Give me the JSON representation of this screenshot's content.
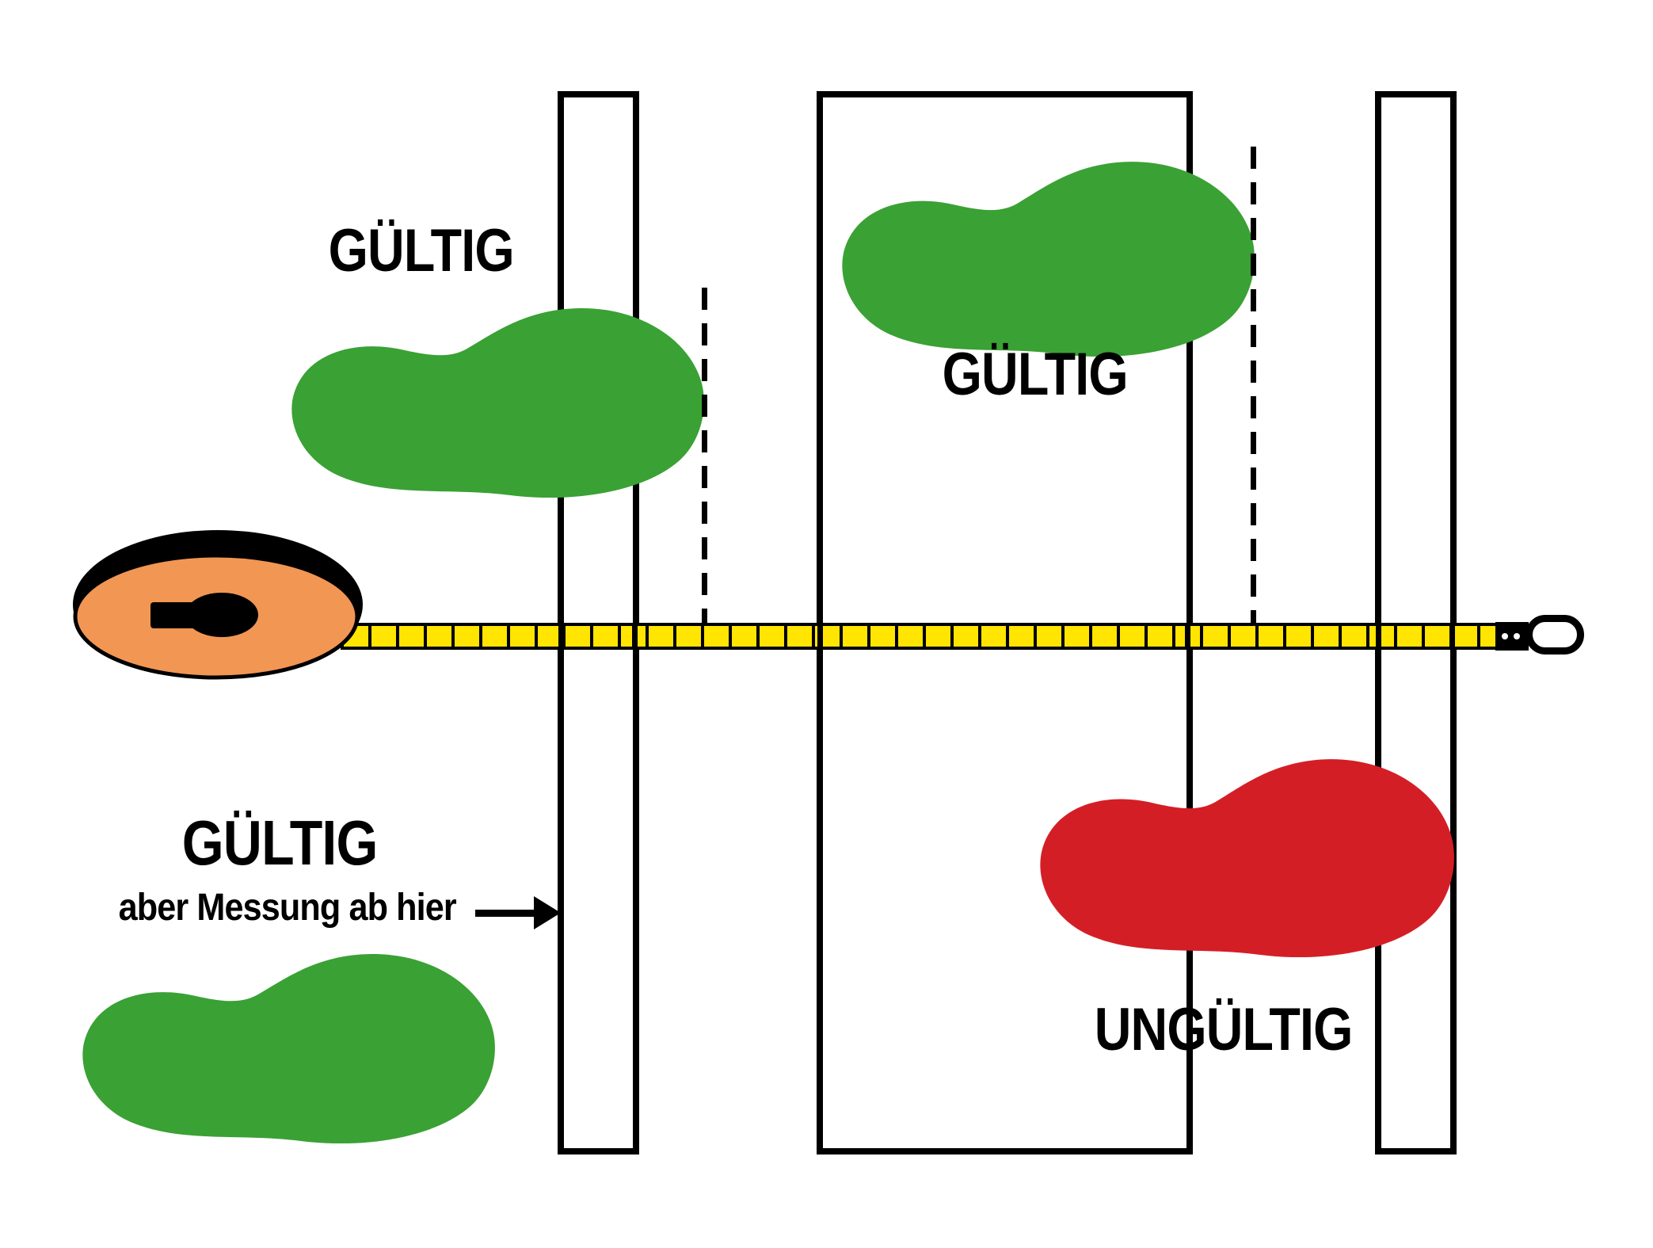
{
  "labels": {
    "gueltig_top_left": "GÜLTIG",
    "gueltig_middle": "GÜLTIG",
    "gueltig_bottom_left": "GÜLTIG",
    "note_bottom_left": "aber Messung ab hier",
    "ungueltig_bottom_right": "UNGÜLTIG"
  },
  "colors": {
    "valid_green": "#3aa134",
    "invalid_red": "#d41e26",
    "reel_orange": "#f29654",
    "tape_yellow": "#ffe500",
    "outline_black": "#000000",
    "background": "#ffffff"
  },
  "footprints": [
    {
      "status": "GÜLTIG",
      "color": "valid_green",
      "placement": "top-left, toe over take-off board up to dashed line"
    },
    {
      "status": "GÜLTIG",
      "color": "valid_green",
      "placement": "top-middle, inside board zone up to dashed line"
    },
    {
      "status": "GÜLTIG",
      "color": "valid_green",
      "placement": "bottom-left, behind the board (measurement from board)"
    },
    {
      "status": "UNGÜLTIG",
      "color": "invalid_red",
      "placement": "bottom-right, past the board zone"
    }
  ]
}
